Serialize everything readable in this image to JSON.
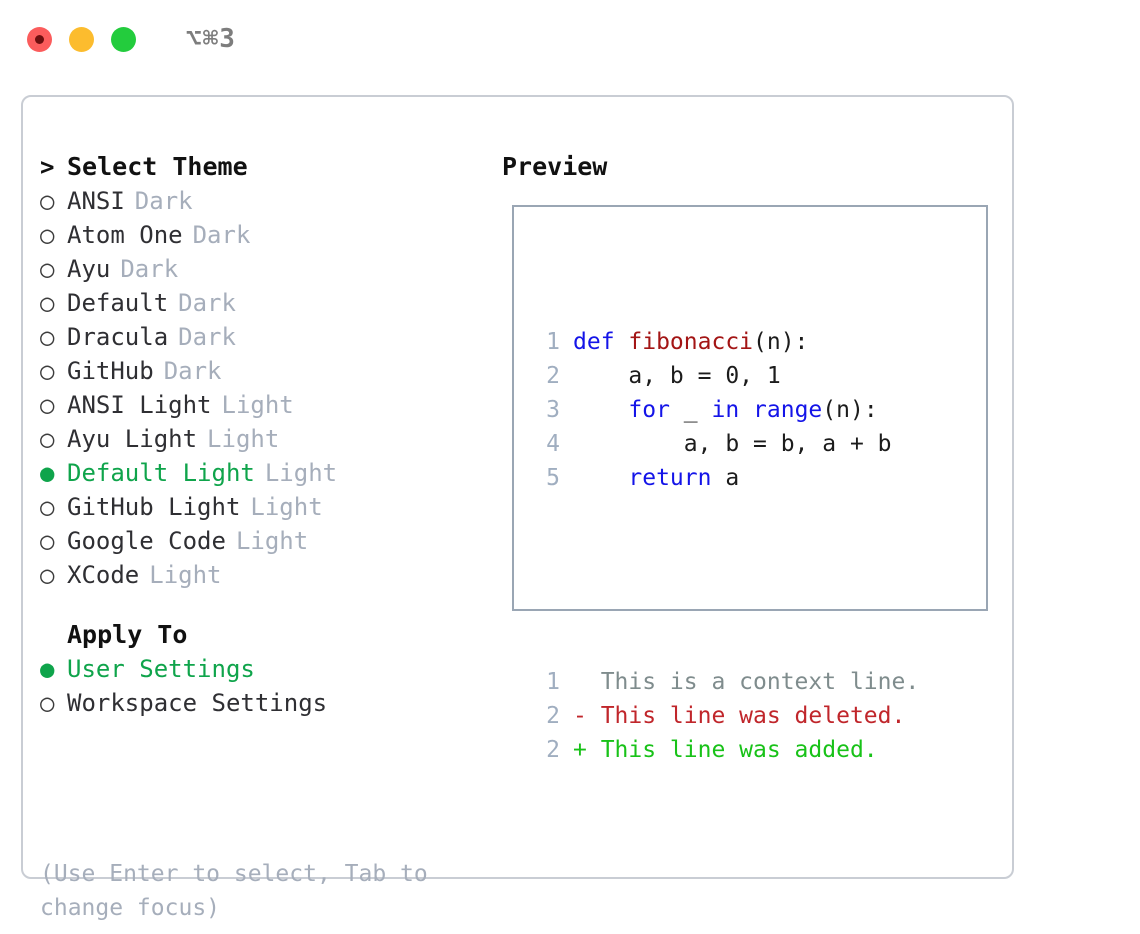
{
  "titlebar": {
    "shortcut": "⌥⌘3",
    "buttons": [
      {
        "name": "close",
        "color": "#fb5c5c"
      },
      {
        "name": "minimize",
        "color": "#fcbc2e"
      },
      {
        "name": "maximize",
        "color": "#23cc3d"
      }
    ]
  },
  "colors": {
    "selected_green": "#0fa44b",
    "muted_gray": "#a6aebb",
    "panel_border": "#9aa6b4",
    "window_border": "#c9cdd4",
    "keyword_blue": "#1414e8",
    "function_red": "#a31515",
    "diff_add": "#18c218",
    "diff_del": "#c0262b",
    "diff_ctx": "#7f8c8d",
    "lineno": "#a0aec0"
  },
  "theme_section": {
    "caret": ">",
    "heading": "Select Theme",
    "bullet_selected": "●",
    "bullet_unselected": "○",
    "items": [
      {
        "name": "ANSI",
        "tag": "Dark",
        "selected": false
      },
      {
        "name": "Atom One",
        "tag": "Dark",
        "selected": false
      },
      {
        "name": "Ayu",
        "tag": "Dark",
        "selected": false
      },
      {
        "name": "Default",
        "tag": "Dark",
        "selected": false
      },
      {
        "name": "Dracula",
        "tag": "Dark",
        "selected": false
      },
      {
        "name": "GitHub",
        "tag": "Dark",
        "selected": false
      },
      {
        "name": "ANSI Light",
        "tag": "Light",
        "selected": false
      },
      {
        "name": "Ayu Light",
        "tag": "Light",
        "selected": false
      },
      {
        "name": "Default Light",
        "tag": "Light",
        "selected": true
      },
      {
        "name": "GitHub Light",
        "tag": "Light",
        "selected": false
      },
      {
        "name": "Google Code",
        "tag": "Light",
        "selected": false
      },
      {
        "name": "XCode",
        "tag": "Light",
        "selected": false
      }
    ]
  },
  "apply_section": {
    "heading": "Apply To",
    "items": [
      {
        "name": "User Settings",
        "selected": true
      },
      {
        "name": "Workspace Settings",
        "selected": false
      }
    ]
  },
  "hint": "(Use Enter to select, Tab to change focus)",
  "preview": {
    "title": "Preview",
    "code_lines": [
      {
        "no": "1",
        "tokens": [
          {
            "t": "def ",
            "c": "kw"
          },
          {
            "t": "fibonacci",
            "c": "fn"
          },
          {
            "t": "(n):",
            "c": "plain"
          }
        ]
      },
      {
        "no": "2",
        "tokens": [
          {
            "t": "    a, b = 0, 1",
            "c": "plain"
          }
        ]
      },
      {
        "no": "3",
        "tokens": [
          {
            "t": "    ",
            "c": "plain"
          },
          {
            "t": "for",
            "c": "kw"
          },
          {
            "t": " _ ",
            "c": "plain"
          },
          {
            "t": "in",
            "c": "kw"
          },
          {
            "t": " ",
            "c": "plain"
          },
          {
            "t": "range",
            "c": "kw"
          },
          {
            "t": "(n):",
            "c": "plain"
          }
        ]
      },
      {
        "no": "4",
        "tokens": [
          {
            "t": "        a, b = b, a + b",
            "c": "plain"
          }
        ]
      },
      {
        "no": "5",
        "tokens": [
          {
            "t": "    ",
            "c": "plain"
          },
          {
            "t": "return",
            "c": "kw"
          },
          {
            "t": " a",
            "c": "plain"
          }
        ]
      }
    ],
    "diff_lines": [
      {
        "no": "1",
        "marker": " ",
        "text": "  This is a context line.",
        "kind": "ctx"
      },
      {
        "no": "2",
        "marker": "-",
        "text": "- This line was deleted.",
        "kind": "del"
      },
      {
        "no": "2",
        "marker": "+",
        "text": "+ This line was added.",
        "kind": "add"
      }
    ]
  }
}
